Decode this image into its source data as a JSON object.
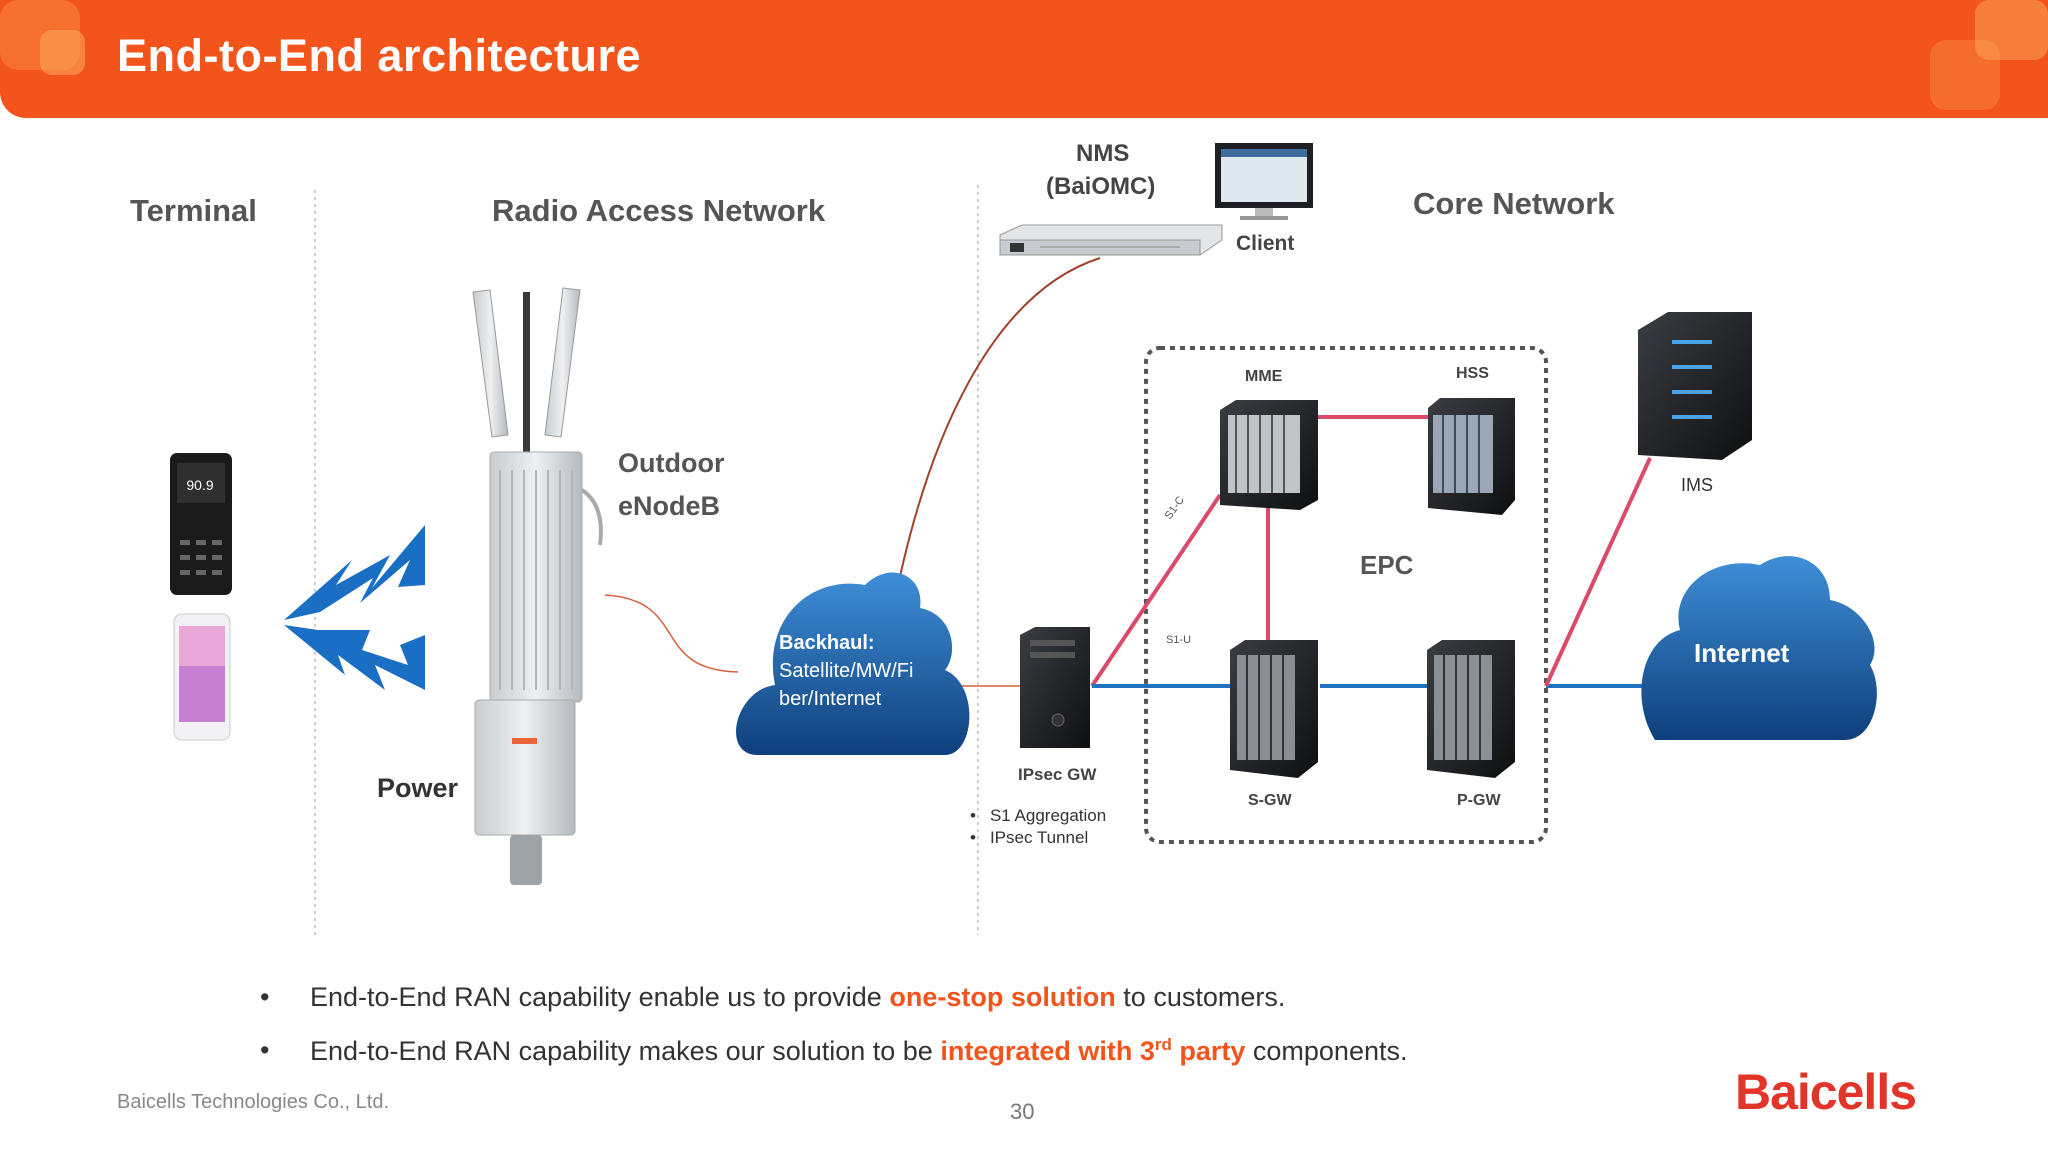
{
  "header": {
    "title": "End-to-End architecture"
  },
  "sections": {
    "terminal": "Terminal",
    "ran": "Radio Access Network",
    "core": "Core Network"
  },
  "labels": {
    "nms_line1": "NMS",
    "nms_line2": "(BaiOMC)",
    "client": "Client",
    "outdoor": "Outdoor",
    "enodeb": "eNodeB",
    "power": "Power",
    "backhaul_title": "Backhaul:",
    "backhaul_line1": "Satellite/MW/Fi",
    "backhaul_line2": "ber/Internet",
    "ipsec_gw": "IPsec GW",
    "ipsec_b1": "S1 Aggregation",
    "ipsec_b2": "IPsec Tunnel",
    "mme": "MME",
    "hss": "HSS",
    "epc": "EPC",
    "sgw": "S-GW",
    "pgw": "P-GW",
    "s1c": "S1-C",
    "s1u": "S1-U",
    "ims": "IMS",
    "internet": "Internet",
    "phone_display": "90.9"
  },
  "bullets": [
    {
      "pre": "End-to-End RAN capability enable us to provide ",
      "hl": "one-stop solution",
      "post": " to customers."
    },
    {
      "pre": "End-to-End RAN capability makes our solution to be ",
      "hl": "integrated with 3",
      "sup": "rd",
      "hl2": " party",
      "post": " components."
    }
  ],
  "footer": {
    "company": "Baicells Technologies Co., Ltd.",
    "page": "30",
    "logo": "Baicells"
  },
  "colors": {
    "accent": "#f2541b",
    "signal": "#1a6fc4",
    "link_pink": "#dc4a6b",
    "link_blue": "#1f72c0",
    "cloud": "#1d5aa0"
  }
}
